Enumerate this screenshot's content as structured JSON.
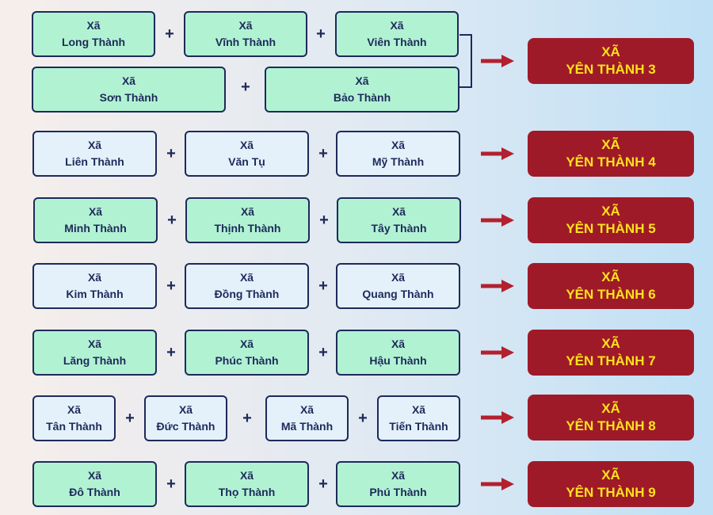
{
  "colors": {
    "navy": "#1e2a5a",
    "box_green": "#b1f2d3",
    "box_pale": "#e4f1fb",
    "result_bg": "#9f1a28",
    "result_text": "#ffe21a",
    "arrow": "#b3202e"
  },
  "plus_symbol": "+",
  "groups": [
    {
      "communes": [
        {
          "prefix": "Xã",
          "name": "Long Thành"
        },
        {
          "prefix": "Xã",
          "name": "Vĩnh Thành"
        },
        {
          "prefix": "Xã",
          "name": "Viên Thành"
        },
        {
          "prefix": "Xã",
          "name": "Sơn Thành"
        },
        {
          "prefix": "Xã",
          "name": "Bảo Thành"
        }
      ],
      "result": {
        "prefix": "XÃ",
        "name": "YÊN THÀNH 3"
      }
    },
    {
      "communes": [
        {
          "prefix": "Xã",
          "name": "Liên Thành"
        },
        {
          "prefix": "Xã",
          "name": "Văn Tụ"
        },
        {
          "prefix": "Xã",
          "name": "Mỹ Thành"
        }
      ],
      "result": {
        "prefix": "XÃ",
        "name": "YÊN THÀNH 4"
      }
    },
    {
      "communes": [
        {
          "prefix": "Xã",
          "name": "Minh Thành"
        },
        {
          "prefix": "Xã",
          "name": "Thịnh Thành"
        },
        {
          "prefix": "Xã",
          "name": "Tây Thành"
        }
      ],
      "result": {
        "prefix": "XÃ",
        "name": "YÊN THÀNH 5"
      }
    },
    {
      "communes": [
        {
          "prefix": "Xã",
          "name": "Kim Thành"
        },
        {
          "prefix": "Xã",
          "name": "Đồng Thành"
        },
        {
          "prefix": "Xã",
          "name": "Quang Thành"
        }
      ],
      "result": {
        "prefix": "XÃ",
        "name": "YÊN THÀNH 6"
      }
    },
    {
      "communes": [
        {
          "prefix": "Xã",
          "name": "Lăng Thành"
        },
        {
          "prefix": "Xã",
          "name": "Phúc Thành"
        },
        {
          "prefix": "Xã",
          "name": "Hậu Thành"
        }
      ],
      "result": {
        "prefix": "XÃ",
        "name": "YÊN THÀNH 7"
      }
    },
    {
      "communes": [
        {
          "prefix": "Xã",
          "name": "Tân Thành"
        },
        {
          "prefix": "Xã",
          "name": "Đức Thành"
        },
        {
          "prefix": "Xã",
          "name": "Mã Thành"
        },
        {
          "prefix": "Xã",
          "name": "Tiến Thành"
        }
      ],
      "result": {
        "prefix": "XÃ",
        "name": "YÊN THÀNH 8"
      }
    },
    {
      "communes": [
        {
          "prefix": "Xã",
          "name": "Đô Thành"
        },
        {
          "prefix": "Xã",
          "name": "Thọ Thành"
        },
        {
          "prefix": "Xã",
          "name": "Phú Thành"
        }
      ],
      "result": {
        "prefix": "XÃ",
        "name": "YÊN THÀNH 9"
      }
    }
  ]
}
